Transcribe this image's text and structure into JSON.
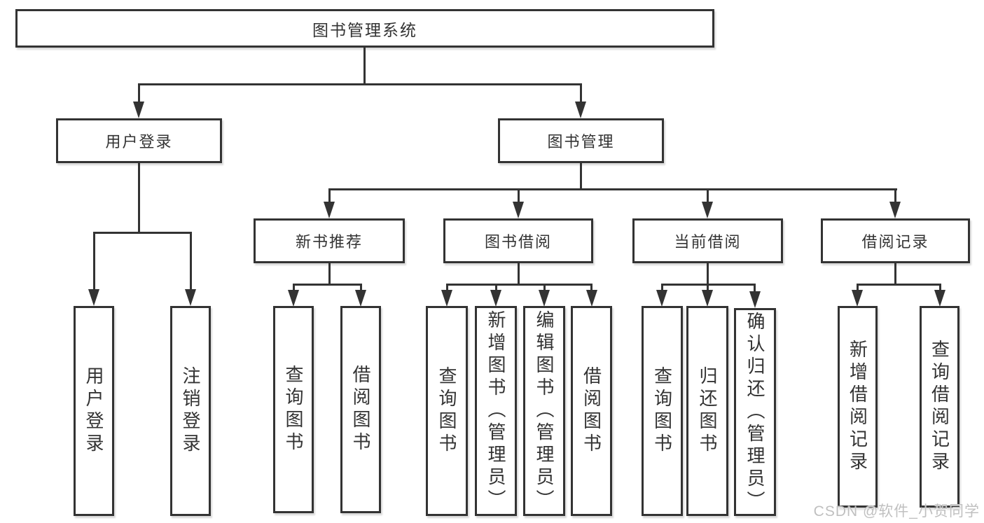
{
  "diagram": {
    "root": {
      "label": "图书管理系统"
    },
    "user_login": {
      "label": "用户登录",
      "children": [
        {
          "label": "用户登录"
        },
        {
          "label": "注销登录"
        }
      ]
    },
    "book_management": {
      "label": "图书管理",
      "sections": [
        {
          "label": "新书推荐",
          "children": [
            {
              "label": "查询图书"
            },
            {
              "label": "借阅图书"
            }
          ]
        },
        {
          "label": "图书借阅",
          "children": [
            {
              "label": "查询图书"
            },
            {
              "label": "新增图书（管理员）"
            },
            {
              "label": "编辑图书（管理员）"
            },
            {
              "label": "借阅图书"
            }
          ]
        },
        {
          "label": "当前借阅",
          "children": [
            {
              "label": "查询图书"
            },
            {
              "label": "归还图书"
            },
            {
              "label": "确认归还（管理员）"
            }
          ]
        },
        {
          "label": "借阅记录",
          "children": [
            {
              "label": "新增借阅记录"
            },
            {
              "label": "查询借阅记录"
            }
          ]
        }
      ]
    }
  },
  "watermark": {
    "text": "CSDN @软件_小贺同学"
  },
  "colors": {
    "line": "#333333",
    "text": "#333333",
    "background": "#ffffff",
    "watermark": "#c0c0c0"
  }
}
